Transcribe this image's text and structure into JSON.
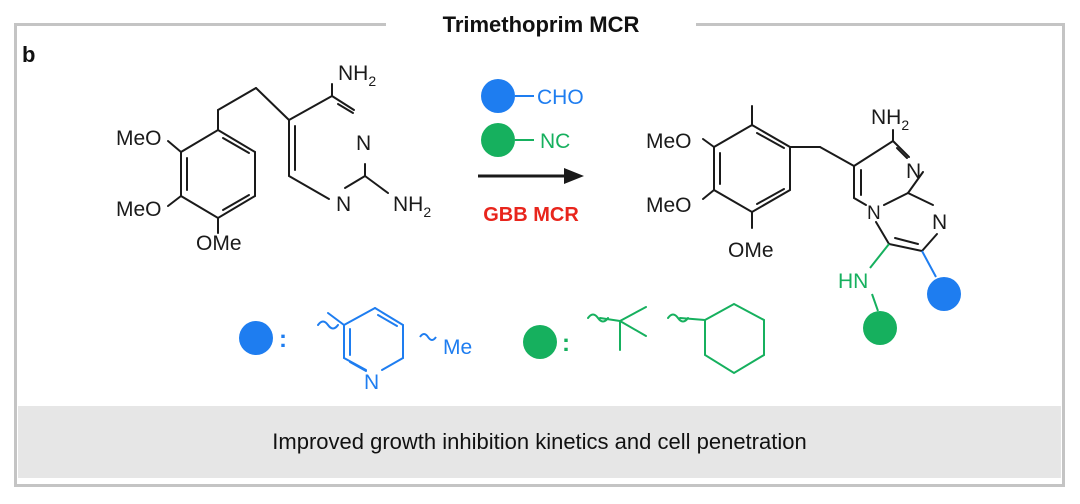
{
  "figure": {
    "title": "Trimethoprim MCR",
    "panel_label": "b",
    "conclusion": "Improved growth inhibition kinetics and cell penetration"
  },
  "reactant": {
    "ome_1": "MeO",
    "ome_2": "MeO",
    "ome_3": "OMe",
    "n_1": "N",
    "n_2": "N",
    "nh2_top": "NH",
    "nh2_right": "NH",
    "sub": "2"
  },
  "reagents": {
    "aldehyde": "CHO",
    "isocyanide": "NC",
    "reaction": "GBB MCR"
  },
  "product": {
    "ome_1": "MeO",
    "ome_2": "MeO",
    "ome_3": "OMe",
    "nh2": "NH",
    "sub": "2",
    "n_ring_1": "N",
    "n_ring_2": "N",
    "n_bridge": "N",
    "hn": "HN"
  },
  "legend": {
    "colon": ":",
    "pyridine_n": "N",
    "methyl": "Me"
  },
  "colors": {
    "blue": "#1e7df0",
    "green": "#16b05e",
    "red": "#e8251c",
    "ink": "#1a1a1a"
  }
}
